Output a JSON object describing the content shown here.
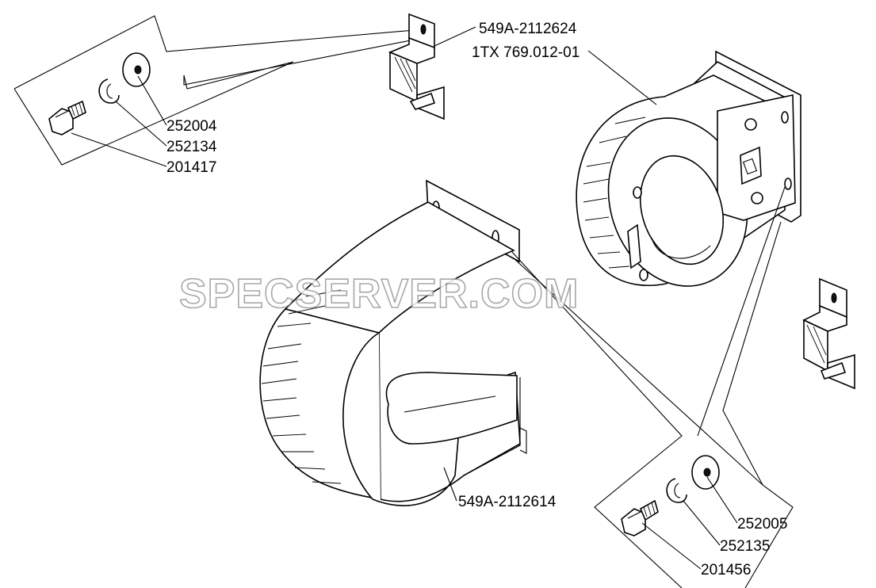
{
  "watermark": "SPECSERVER.COM",
  "labels": {
    "upper_bracket": "549A-2112624",
    "small_shroud": "1TX 769.012-01",
    "washer_left": "252004",
    "lockwasher_left": "252134",
    "bolt_left": "201417",
    "large_shroud": "549A-2112614",
    "washer_right": "252005",
    "lockwasher_right": "252135",
    "bolt_right": "201456"
  }
}
